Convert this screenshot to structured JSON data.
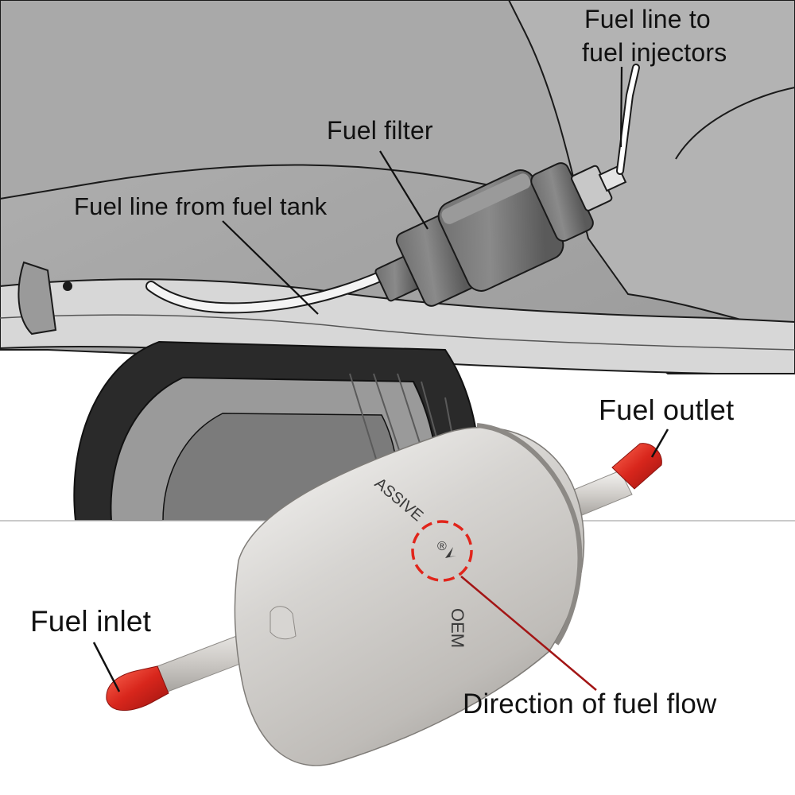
{
  "labels": {
    "fuel_line_from_tank": "Fuel line from fuel tank",
    "fuel_filter": "Fuel filter",
    "fuel_line_to_injectors_line1": "Fuel line to",
    "fuel_line_to_injectors_line2": "fuel injectors",
    "fuel_outlet": "Fuel outlet",
    "fuel_inlet": "Fuel inlet",
    "direction_of_fuel_flow": "Direction of fuel flow"
  },
  "filter_markings": {
    "brand_text": "ASSIVE",
    "registered_mark": "®",
    "side_text": "OEM"
  },
  "colors": {
    "car_body": "#aaaaaa",
    "car_body_dark": "#8e8e8e",
    "outline": "#1a1a1a",
    "filter_metal": "#c8c6c3",
    "cap_red": "#d8261c",
    "highlight_circle": "#e1251b",
    "leader_dark_red": "#a31515"
  }
}
